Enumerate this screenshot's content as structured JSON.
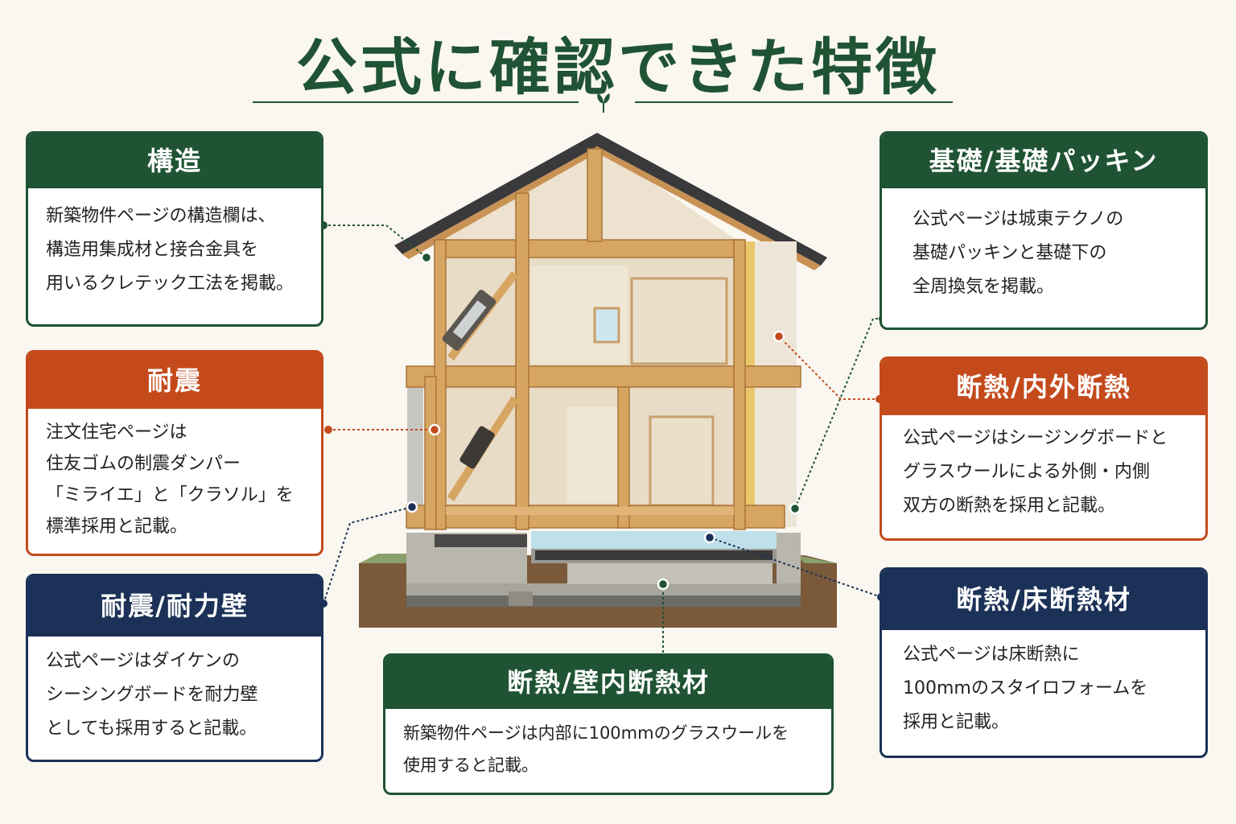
{
  "title": "公式に確認できた特徴",
  "colors": {
    "green": "#1f5334",
    "orange": "#c44a1c",
    "navy": "#1b3157",
    "background": "#faf7f0"
  },
  "icons": {
    "divider": "leaf-icon"
  },
  "cards": {
    "structure": {
      "heading": "構造",
      "lines": [
        "新築物件ページの構造欄は、",
        "構造用集成材と接合金具を",
        "用いるクレテック工法を掲載。"
      ]
    },
    "seismic_damping": {
      "heading": "耐震",
      "lines": [
        "注文住宅ページは",
        "住友ゴムの制震ダンパー",
        "「ミライエ」と「クラソル」を",
        "標準採用と記載。"
      ]
    },
    "bearing_wall": {
      "heading": "耐震/耐力壁",
      "lines": [
        "公式ページはダイケンの",
        "シーシングボードを耐力壁",
        "としても採用すると記載。"
      ]
    },
    "wall_insulation": {
      "heading": "断熱/壁内断熱材",
      "lines": [
        "新築物件ページは内部に100mmのグラスウールを",
        "使用すると記載。"
      ]
    },
    "foundation": {
      "heading": "基礎/基礎パッキン",
      "lines": [
        "公式ページは城東テクノの",
        "基礎パッキンと基礎下の",
        "全周換気を掲載。"
      ]
    },
    "inner_outer_insulation": {
      "heading": "断熱/内外断熱",
      "lines": [
        "公式ページはシージングボードと",
        "グラスウールによる外側・内側",
        "双方の断熱を採用と記載。"
      ]
    },
    "floor_insulation": {
      "heading": "断熱/床断熱材",
      "lines": [
        "公式ページは床断熱に",
        "100mmのスタイロフォームを",
        "採用と記載。"
      ]
    }
  }
}
